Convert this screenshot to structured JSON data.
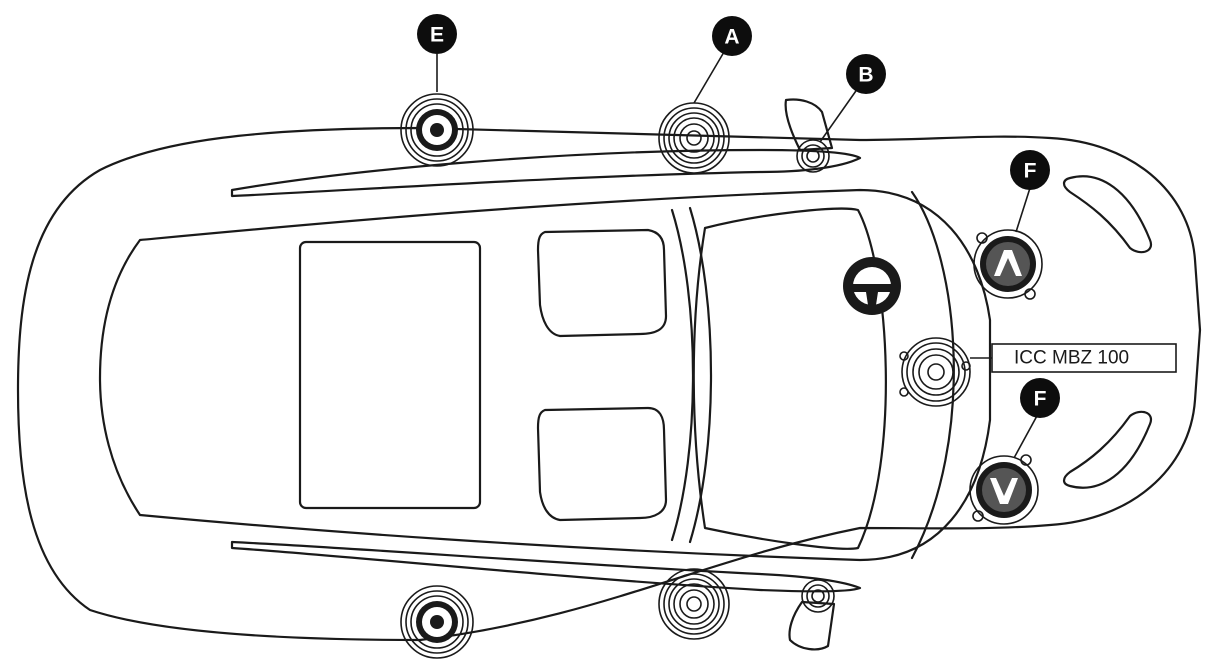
{
  "labels": {
    "A": "A",
    "B": "B",
    "E": "E",
    "F_top": "F",
    "F_bottom": "F"
  },
  "model_label": "ICC MBZ 100",
  "icons": {
    "door_speaker": "round-speaker-icon",
    "tweeter": "tweeter-icon",
    "rear_speaker": "rear-speaker-icon",
    "dash_speaker": "center-dash-speaker-icon",
    "front_speaker": "grille-speaker-icon",
    "steering_wheel": "steering-wheel-icon"
  },
  "colors": {
    "line": "#1a1a1a",
    "badge": "#0d0d0d",
    "background": "#ffffff"
  }
}
